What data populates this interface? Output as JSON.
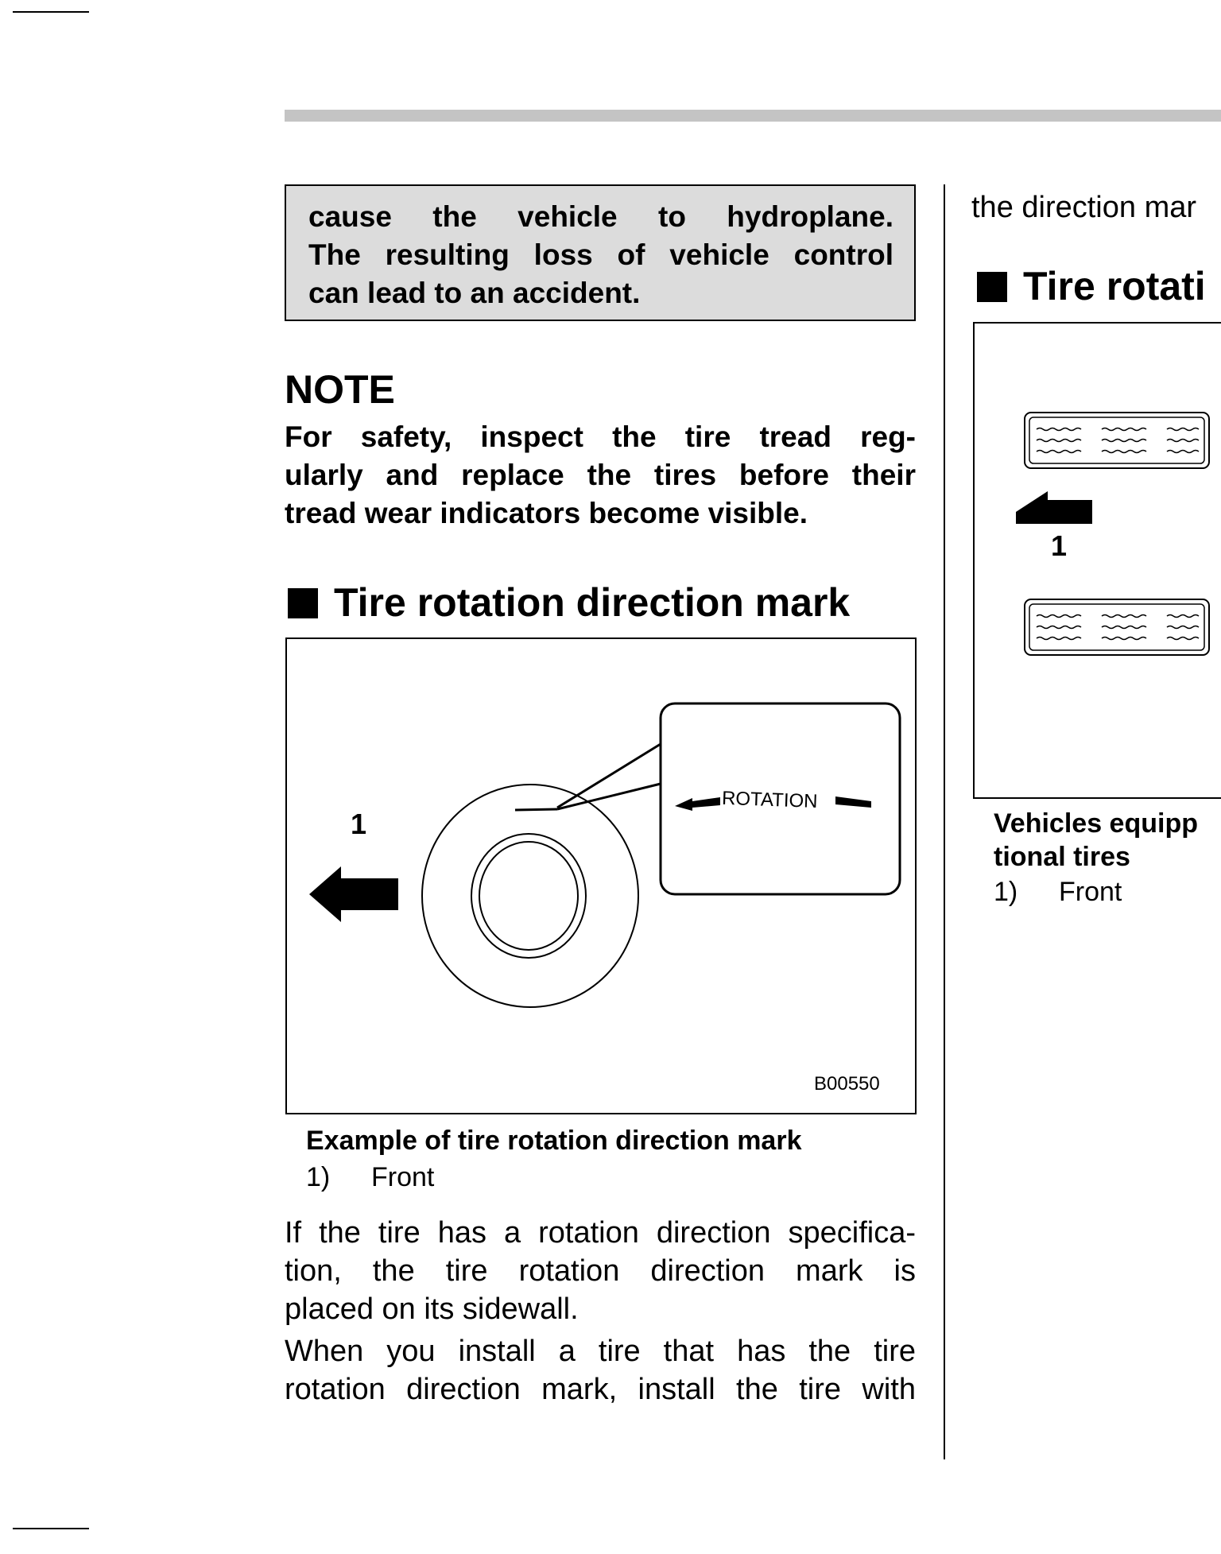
{
  "warning": {
    "lines": [
      "cause the vehicle to hydroplane.",
      "The resulting loss of vehicle control",
      "can lead to an accident."
    ]
  },
  "note": {
    "heading": "NOTE",
    "lines": [
      "For safety, inspect the tire tread reg-",
      "ularly and replace the tires before their",
      "tread wear indicators become visible."
    ]
  },
  "section1": {
    "heading": "Tire rotation direction mark",
    "figure": {
      "callout_number": "1",
      "rotation_label": "ROTATION",
      "code": "B00550"
    },
    "caption": {
      "title": "Example of tire rotation direction mark",
      "item_number": "1)",
      "item_label": "Front"
    },
    "paragraph1": [
      "If the tire has a rotation direction specifica-",
      "tion, the tire rotation direction mark is",
      "placed on its sidewall."
    ],
    "paragraph2": [
      "When you install a tire that has the tire",
      "rotation direction mark, install the tire with"
    ]
  },
  "right_column": {
    "top_text": "the direction mar",
    "heading": "Tire rotati",
    "figure": {
      "callout_number": "1"
    },
    "caption": {
      "title_line1": "Vehicles equipp",
      "title_line2": "tional tires",
      "item_number": "1)",
      "item_label": "Front"
    }
  }
}
